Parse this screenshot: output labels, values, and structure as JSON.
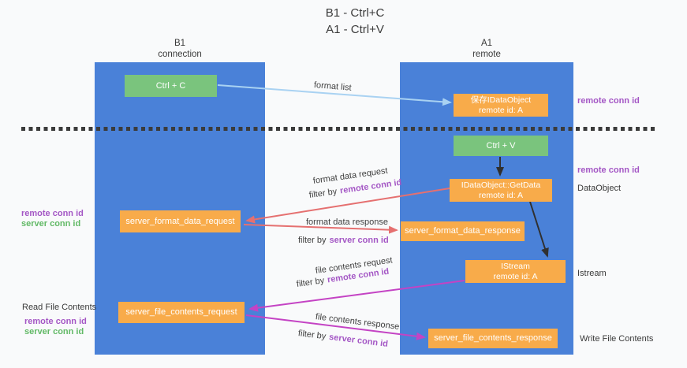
{
  "title": {
    "line1": "B1 - Ctrl+C",
    "line2": "A1 - Ctrl+V"
  },
  "columns": {
    "left": {
      "name": "B1",
      "role": "connection"
    },
    "right": {
      "name": "A1",
      "role": "remote"
    }
  },
  "nodes": {
    "ctrl_c": {
      "label": "Ctrl + C"
    },
    "store_object": {
      "line1": "保存IDataObject",
      "line2": "remote id: A"
    },
    "ctrl_v": {
      "label": "Ctrl + V"
    },
    "getdata": {
      "line1": "IDataObject::GetData",
      "line2": "remote id: A"
    },
    "format_request": {
      "label": "server_format_data_request"
    },
    "format_response": {
      "label": "server_format_data_response"
    },
    "istream": {
      "line1": "IStream",
      "line2": "remote id: A"
    },
    "file_request": {
      "label": "server_file_contents_request"
    },
    "file_response": {
      "label": "server_file_contents_response"
    }
  },
  "flows": {
    "format_list": "format list",
    "format_data_request": "format data request",
    "format_data_response": "format data response",
    "file_contents_request": "file contents request",
    "file_contents_response": "file contents response",
    "filter_by": "filter by",
    "remote_conn_id": "remote conn id",
    "server_conn_id": "server conn id"
  },
  "side_labels": {
    "remote_conn_id": "remote conn id",
    "server_conn_id": "server conn id",
    "dataobject": "DataObject",
    "istream": "Istream",
    "read_file_contents": "Read File Contents",
    "write_file_contents": "Write File Contents"
  },
  "colors": {
    "column_blue": "#4a81d8",
    "node_green": "#7ac47d",
    "node_orange": "#f8ab4a",
    "remote_conn_purple": "#a457c5",
    "server_conn_green": "#62b966",
    "arrow_red": "#e57070",
    "arrow_magenta": "#c443c4",
    "arrow_blue": "#a9d2f2",
    "arrow_black": "#303030"
  }
}
